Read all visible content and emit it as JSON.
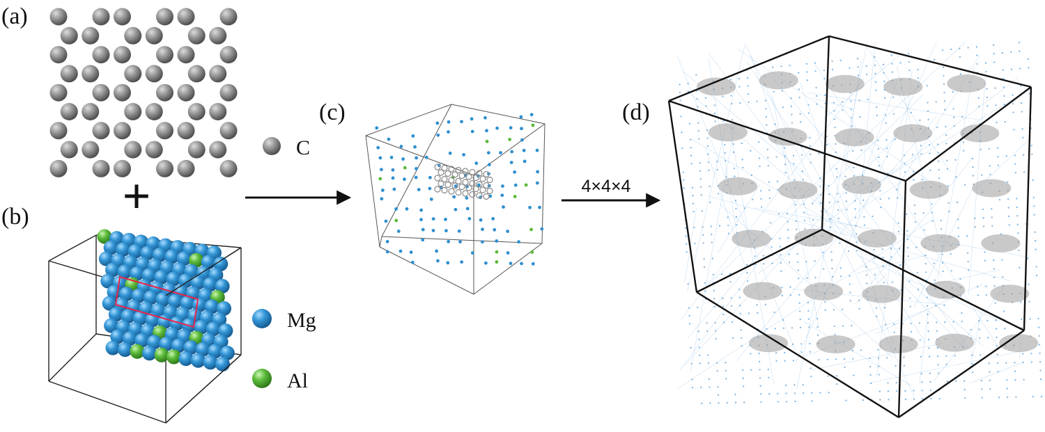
{
  "panels": {
    "a": {
      "label": "(a)"
    },
    "b": {
      "label": "(b)"
    },
    "c": {
      "label": "(c)"
    },
    "d": {
      "label": "(d)"
    }
  },
  "legend": {
    "carbon": {
      "label": "C",
      "color": "#8a8a8a"
    },
    "magnesium": {
      "label": "Mg",
      "color": "#2f8fd0"
    },
    "aluminum": {
      "label": "Al",
      "color": "#5cb83a"
    }
  },
  "combine_symbol": "+",
  "supercell": {
    "label": "4×4×4"
  },
  "colors": {
    "frame": "#222222",
    "highlight_box": "#e8244a",
    "atom_blue": "#2f8fd0",
    "atom_green": "#5cb83a",
    "atom_gray": "#8a8a8a"
  }
}
